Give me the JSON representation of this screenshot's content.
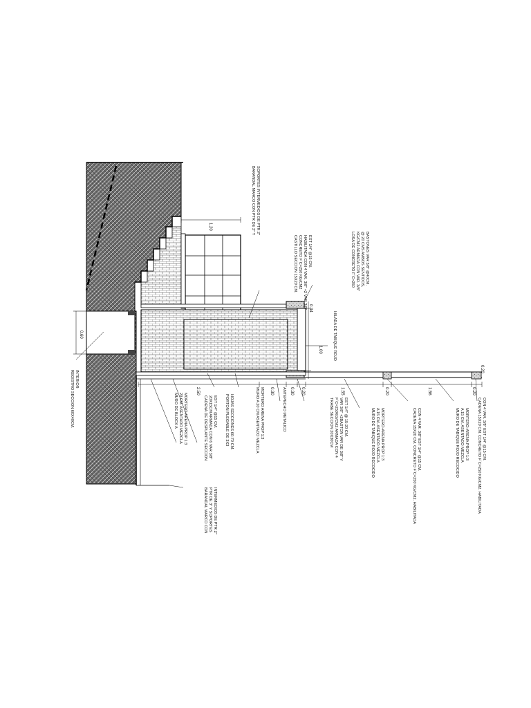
{
  "labels": {
    "losa": [
      "LOSA DE CONCRETO F´C=250",
      "KG/CM2 ARMADA CON VAR. 3/8\"",
      "@ 20 CMS AMBOS SENTIDOS,",
      "BASTONES VAR 3/8\" @40CM."
    ],
    "castillo": [
      "CASTILLO SECCION 15X20 CM.",
      "CONCRETO F´C=250 KG/CM2",
      "HABILITADA CON 4 VAR. 3/8\" +2 VAR 3/8\"",
      "EST 1/4\" @15 CM."
    ],
    "barandal_top": [
      "BARANDAL MARCO CON PTR DE 3\" Y",
      "SOPORTES INTERMEDIOS DE PTR 2\""
    ],
    "hilada": [
      "HILADA DE TABIQUE ROJO"
    ],
    "registro": [
      "REGISTRO SECCION 60X40CM.",
      "INTERIOR"
    ],
    "muro_block": [
      "MURO DE BLOCK A",
      "20 CM. ASENTADO MEZCLA",
      "MORTERO ARENA PROP 1:3"
    ],
    "cadena_desplante": [
      "CADENA DE DESPLANTE SECCION",
      "20X15CM ARMADA CON 6 VAR 3/8\"",
      "EST 1/4\" @15 CM."
    ],
    "porton": [
      "PORTON PLEGABLE DE 3X3",
      "HOJAS SECCIONES 60-70 CM."
    ],
    "muro20": [
      "MURO A 20 CM ASENTADO MEZCLA",
      "MORTERO ARENA PROP 1:3"
    ],
    "antepecho": [
      "ANTEPECHO METALICO"
    ],
    "trabe": [
      "TRABE SECCION 20X30CM",
      "F´C=250KG/CM2 ARMADA CON 4",
      "VAR 3/8\" +2BASTON VAR DE 3/8\" Y",
      "EST 1/4\" @ 15-20 CM."
    ],
    "muro_tabique": [
      "MURO DE TABIQUE ROJO RECOCIDO",
      "A 15 CM. ASENTADO MEZCLA",
      "MORTERO-ARENA PROP 1:3"
    ],
    "cadena15": [
      "CADENA 15X20 CM. CONCRETO F´C=250 KG/CM2. HABILITADA",
      "CON 4 VAR. 3/8\" EST 1/4\" @15 CM."
    ],
    "muro_recocido": [
      "MURO DE TABIQUE ROJO RECOCIDO",
      "A 15 CM. ASENTADO MEZCLA",
      "MORTERO-ARENA PROP 1:3"
    ],
    "cadena_top": [
      "CADENA 15X20 CM. CONCRETO F´C=250 KG/CM2. HABILITADA",
      "CON 4 VAR. 3/8\" EST 1/4\" @15 CM."
    ],
    "barandal_bottom": [
      "BARANDAL MARCO CON",
      "PTR DE 3\" Y SOPORTES",
      "INTERMEDIOS DE PTR 2\""
    ]
  },
  "dimensions": {
    "d120": "1.20",
    "d034": "0.34",
    "d100": "1.00",
    "d060": "0.60",
    "d020a": "0.20",
    "d030a": "0.30",
    "d030b": "0.30",
    "d250": "2.50",
    "d155": "1.55",
    "d020b": "0.20",
    "d156": "1.56",
    "d020c": "0.20",
    "d020d": "0.20"
  }
}
